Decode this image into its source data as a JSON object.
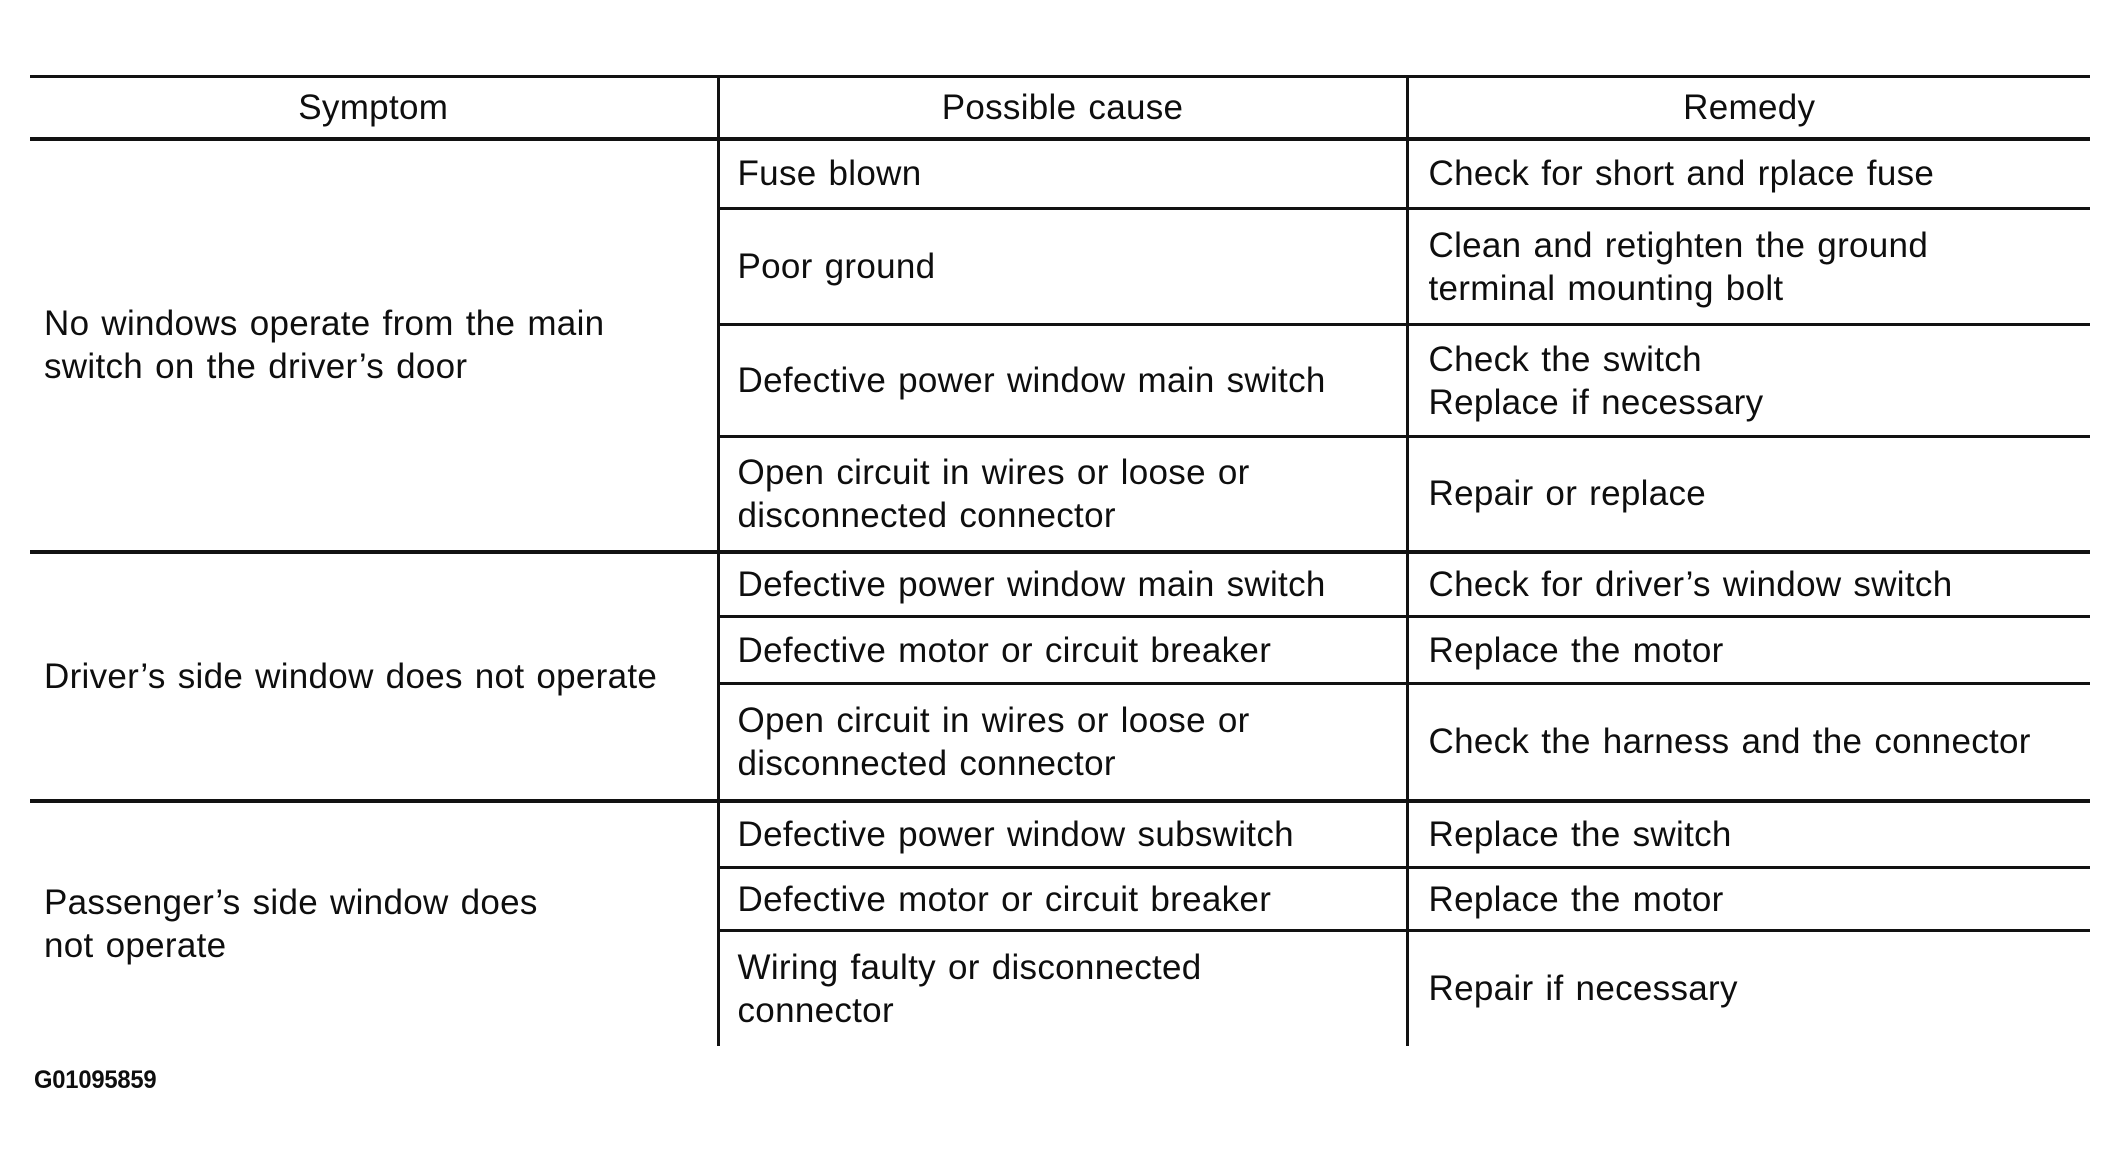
{
  "page": {
    "background": "#ffffff",
    "text_color": "#0e0e0e",
    "line_color": "#121212"
  },
  "figure_id": "G01095859",
  "table": {
    "headers": [
      "Symptom",
      "Possible cause",
      "Remedy"
    ],
    "sections": [
      {
        "symptom": "No windows operate from the main\nswitch on the driver’s door",
        "rows": [
          {
            "cause": "Fuse blown",
            "remedy": "Check for short and rplace fuse"
          },
          {
            "cause": "Poor ground",
            "remedy": "Clean and retighten the ground\nterminal mounting bolt"
          },
          {
            "cause": "Defective power window main switch",
            "remedy": "Check the switch\nReplace if necessary"
          },
          {
            "cause": "Open circuit in wires or loose or\ndisconnected connector",
            "remedy": "Repair or replace"
          }
        ]
      },
      {
        "symptom": "Driver’s side window does not operate",
        "rows": [
          {
            "cause": "Defective power window main switch",
            "remedy": "Check for driver’s window switch"
          },
          {
            "cause": "Defective motor or circuit breaker",
            "remedy": "Replace the motor"
          },
          {
            "cause": "Open circuit in wires or loose or\ndisconnected connector",
            "remedy": "Check the harness and the connector"
          }
        ]
      },
      {
        "symptom": "Passenger’s side window does\nnot operate",
        "rows": [
          {
            "cause": "Defective power window subswitch",
            "remedy": "Replace the switch"
          },
          {
            "cause": "Defective motor or circuit breaker",
            "remedy": "Replace the motor"
          },
          {
            "cause": "Wiring faulty or disconnected\nconnector",
            "remedy": "Repair if necessary"
          }
        ]
      }
    ]
  }
}
